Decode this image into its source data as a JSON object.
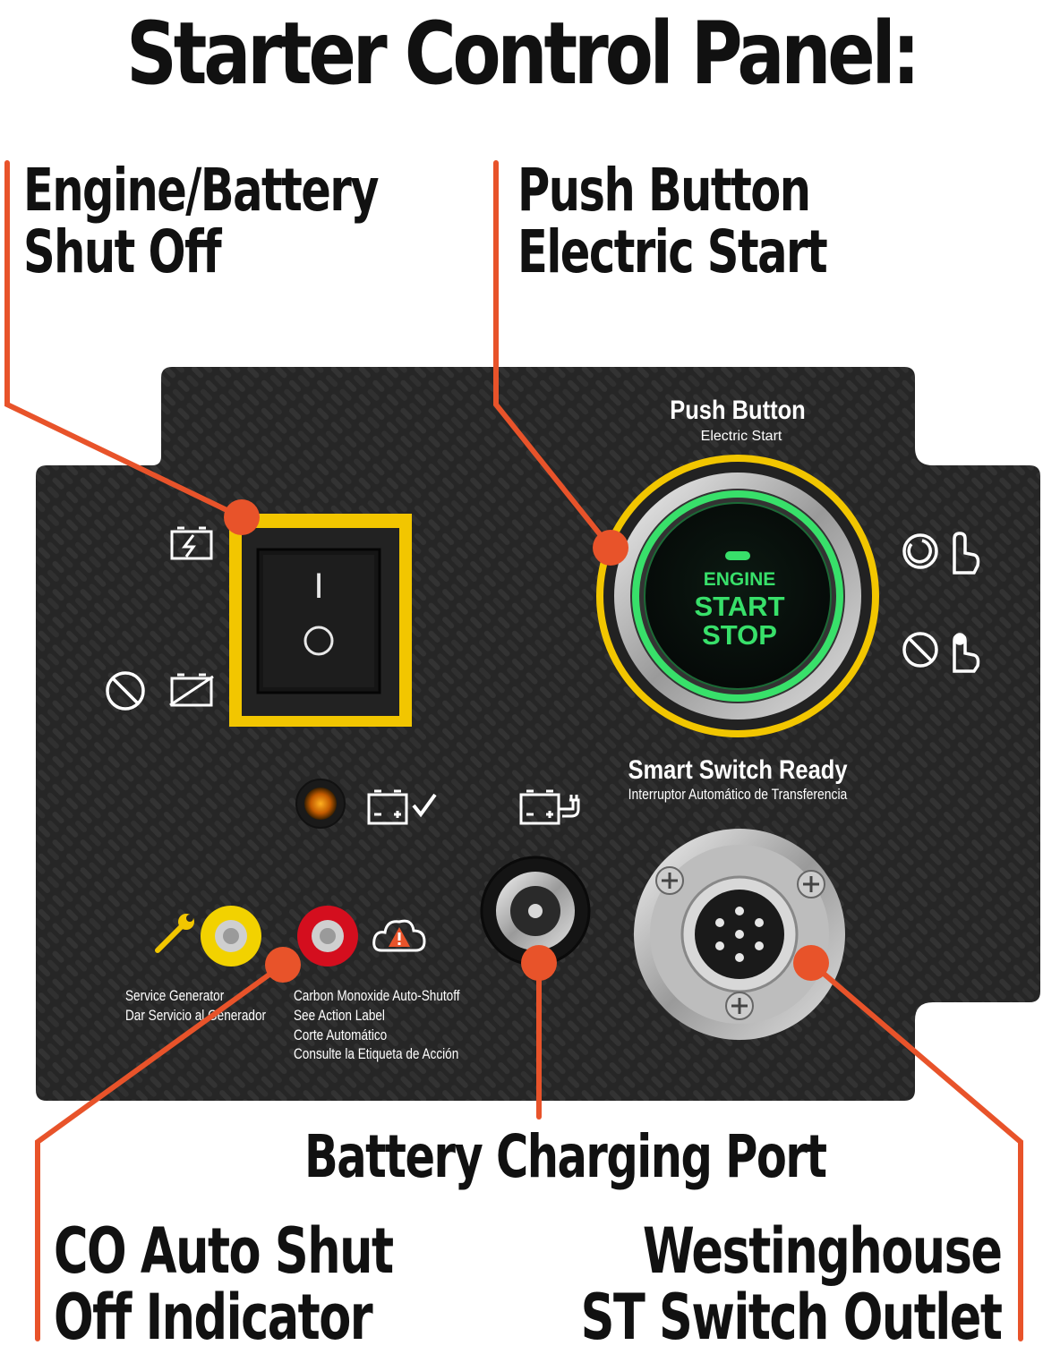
{
  "title": "Starter Control Panel:",
  "colors": {
    "accent": "#e8532a",
    "panel": "#2a2a2a",
    "switch_bezel": "#f2c600",
    "start_glow": "#38e06a"
  },
  "callouts": {
    "shutoff": {
      "line1": "Engine/Battery",
      "line2": "Shut Off"
    },
    "push": {
      "line1": "Push Button",
      "line2": "Electric Start"
    },
    "charging": {
      "line1": "Battery Charging Port"
    },
    "co": {
      "line1": "CO Auto Shut",
      "line2": "Off Indicator"
    },
    "st": {
      "line1": "Westinghouse",
      "line2": "ST Switch Outlet"
    }
  },
  "panel": {
    "push_title": "Push Button",
    "push_sub": "Electric Start",
    "start_button": {
      "line1": "ENGINE",
      "line2": "START",
      "line3": "STOP"
    },
    "rocker_on": "I",
    "rocker_off": "O",
    "smart_title": "Smart Switch Ready",
    "smart_sub": "Interruptor Automático de Transferencia",
    "service": {
      "line1": "Service Generator",
      "line2": "Dar Servicio al Generador"
    },
    "co_label": {
      "line1": "Carbon Monoxide Auto-Shutoff",
      "line2": "See Action Label",
      "line3": "Corte Automático",
      "line4": "Consulte la Etiqueta de Acción"
    }
  },
  "icons": [
    "battery-charge-icon",
    "engine-off-icon",
    "battery-off-icon",
    "battery-ok-icon",
    "battery-plug-icon",
    "wrench-icon",
    "co-cloud-warning-icon",
    "engine-start-press-icon",
    "engine-stop-press-icon"
  ]
}
